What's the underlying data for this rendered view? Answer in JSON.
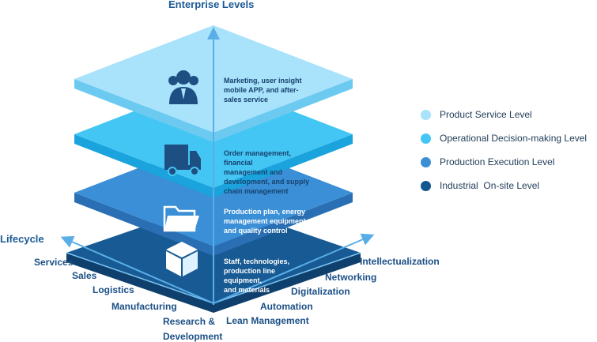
{
  "titles": {
    "vertical_axis": "Enterprise Levels",
    "left_axis": "Lifecycle"
  },
  "layers": [
    {
      "name": "Product Service Level",
      "color": "#a9e2fb",
      "icon": "users-icon",
      "lines": [
        "Marketing, user insight",
        "mobile APP, and after-",
        "sales service"
      ]
    },
    {
      "name": "Operational Decision-making Level",
      "color": "#43c6f4",
      "icon": "truck-icon",
      "lines": [
        "Order management, financial",
        "management and",
        "development, and supply",
        "chain management"
      ]
    },
    {
      "name": "Production Execution Level",
      "color": "#3a8fd6",
      "icon": "folder-icon",
      "lines": [
        "Production plan, energy",
        "management equipment",
        "and quality control"
      ]
    },
    {
      "name": "Industrial  On-site Level",
      "color": "#145790",
      "icon": "box-icon",
      "lines": [
        "Staff, technologies,",
        "production line",
        "equipment,",
        "and materials"
      ]
    }
  ],
  "lifecycle_labels": [
    "Services",
    "Sales",
    "Logistics",
    "Manufacturing",
    "Research &",
    "Development"
  ],
  "right_axis_labels": [
    "Intellectualization",
    "Networking",
    "Digitalization",
    "Automation",
    "Lean Management"
  ]
}
